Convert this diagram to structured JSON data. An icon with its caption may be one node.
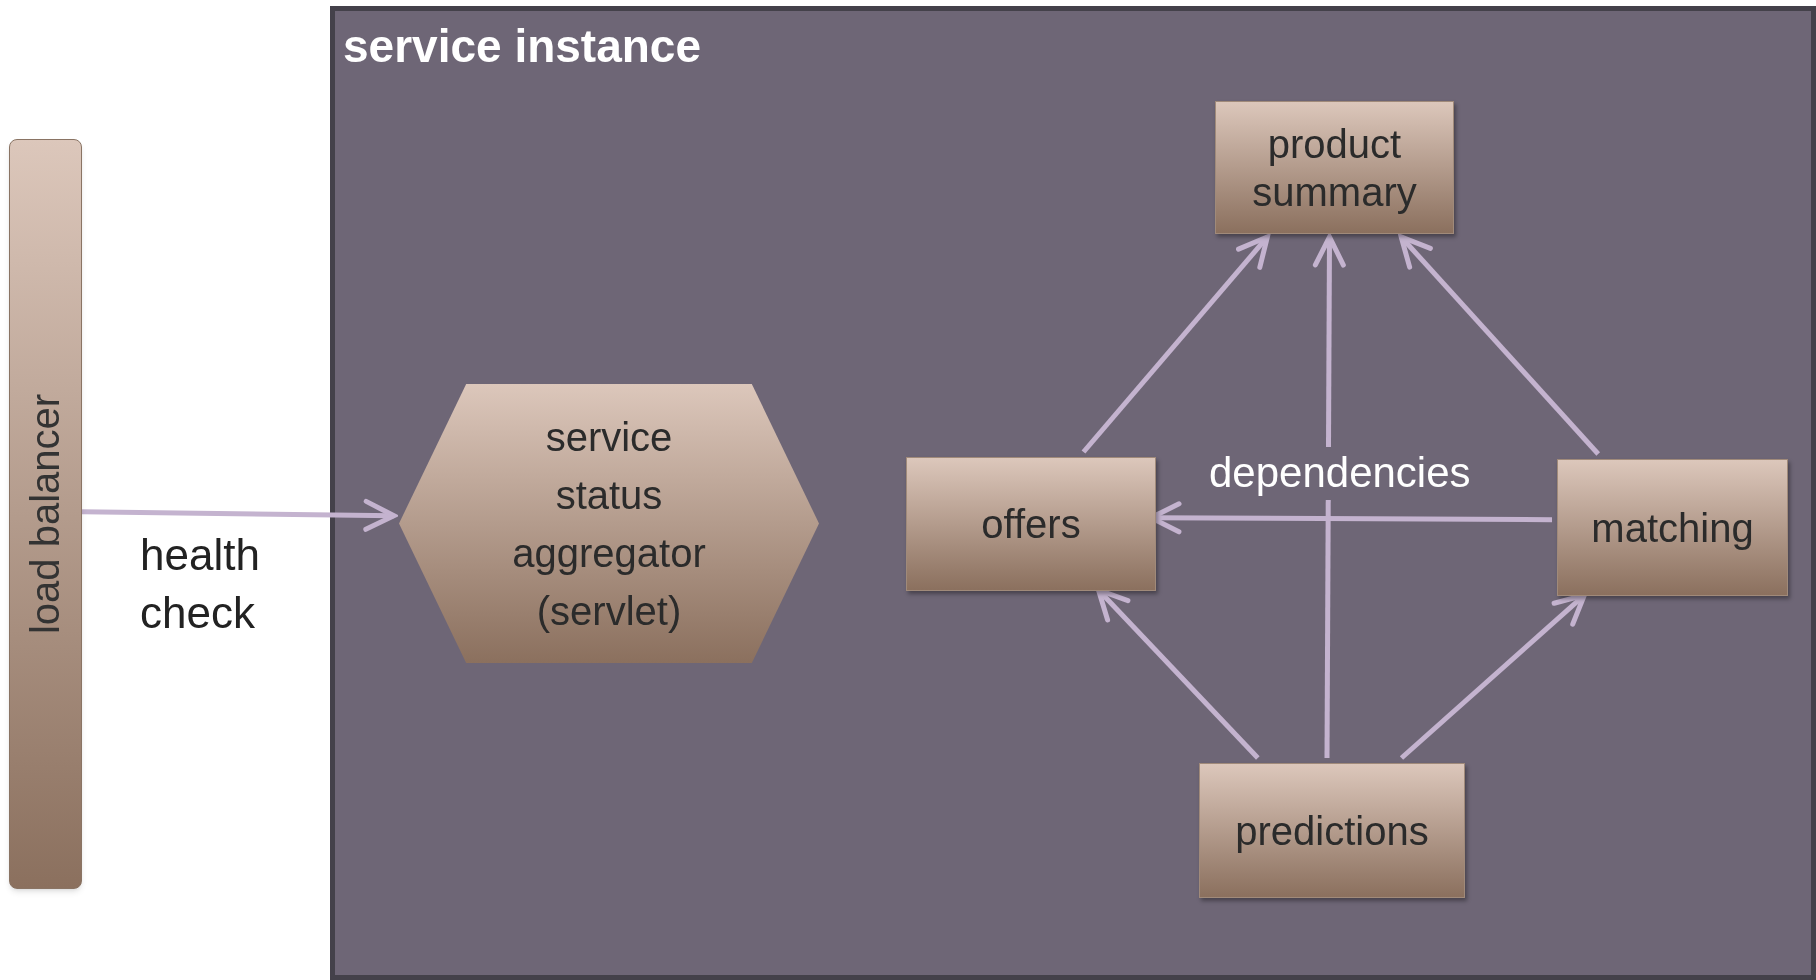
{
  "diagram": {
    "nodes": [
      {
        "text": [
          "load balancer"
        ]
      },
      {
        "text": [
          "service instance"
        ]
      },
      {
        "text": [
          "service status aggregator (servlet)"
        ],
        "in": 1
      },
      {
        "text": [
          "product summary"
        ],
        "in": 1
      },
      {
        "text": [
          "offers"
        ],
        "in": 1
      },
      {
        "text": [
          "matching"
        ],
        "in": 1
      },
      {
        "text": [
          "predictions"
        ],
        "in": 1
      }
    ],
    "edges": [
      {
        "from": 0,
        "to": 2,
        "arrow": "to",
        "label": "health check"
      },
      {
        "from": 4,
        "to": 3,
        "arrow": "to"
      },
      {
        "from": 6,
        "to": 3,
        "arrow": "to"
      },
      {
        "from": 5,
        "to": 3,
        "arrow": "to"
      },
      {
        "from": 5,
        "to": 4,
        "arrow": "to"
      },
      {
        "from": 6,
        "to": 4,
        "arrow": "to"
      },
      {
        "from": 6,
        "to": 5,
        "arrow": "to"
      }
    ],
    "labels": [
      "dependencies"
    ]
  }
}
